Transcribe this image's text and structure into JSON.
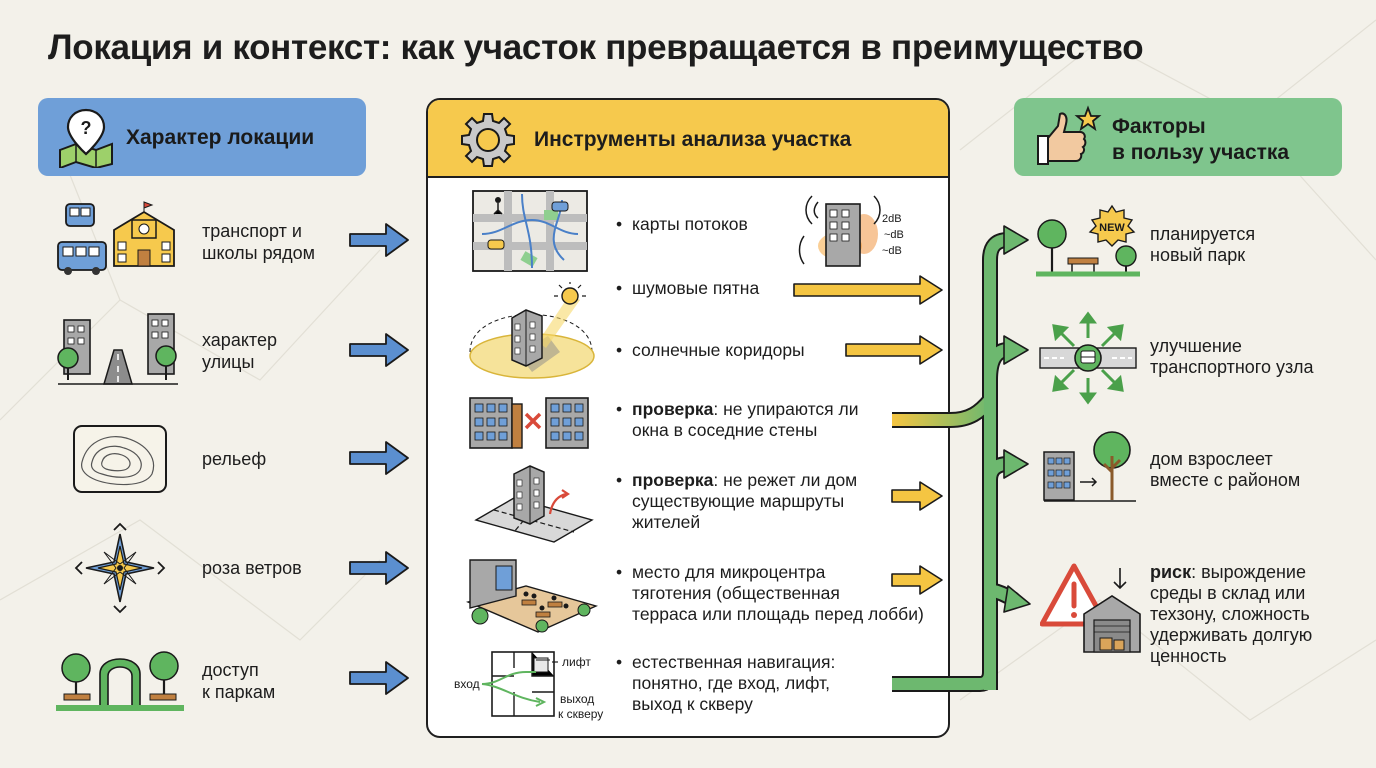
{
  "title": "Локация и контекст: как участок превращается в преимущество",
  "columns": {
    "left": {
      "header": "Характер локации",
      "icon": "map-pin-question-icon"
    },
    "center": {
      "header": "Инструменты анализа участка",
      "icon": "gear-icon"
    },
    "right": {
      "header_line1": "Факторы",
      "header_line2": "в пользу участка",
      "icon": "thumbs-up-star-icon"
    }
  },
  "left_items": [
    {
      "line1": "транспорт и",
      "line2": "школы рядом",
      "icon": "bus-school-icon"
    },
    {
      "line1": "характер",
      "line2": "улицы",
      "icon": "street-icon"
    },
    {
      "line1": "рельеф",
      "line2": "",
      "icon": "topography-icon"
    },
    {
      "line1": "роза ветров",
      "line2": "",
      "icon": "compass-rose-icon"
    },
    {
      "line1": "доступ",
      "line2": "к паркам",
      "icon": "park-icon"
    }
  ],
  "tools": [
    {
      "bullet": "•",
      "lines": [
        "карты потоков"
      ],
      "icon": "flow-map-icon"
    },
    {
      "bullet": "•",
      "lines": [
        "шумовые пятна"
      ],
      "icon": "noise-icon"
    },
    {
      "bullet": "•",
      "lines": [
        "солнечные коридоры"
      ],
      "icon": "sun-corridor-icon"
    },
    {
      "bullet": "•",
      "bold": "проверка",
      "lines": [
        ": не упираются ли",
        "окна в соседние стены"
      ],
      "icon": "window-wall-icon"
    },
    {
      "bullet": "•",
      "bold": "проверка",
      "lines": [
        ": не режет ли дом",
        "существующие маршруты",
        "жителей"
      ],
      "icon": "route-icon"
    },
    {
      "bullet": "•",
      "lines": [
        "место для микроцентра",
        "тяготения (общественная",
        "терраса или площадь перед лобби)"
      ],
      "icon": "terrace-icon"
    },
    {
      "bullet": "•",
      "lines": [
        "естественная навигация:",
        "понятно, где вход, лифт,",
        "выход к скверу"
      ],
      "icon": "floorplan-icon"
    }
  ],
  "noise_labels": [
    "2dB",
    "~dB",
    "~dB"
  ],
  "floorplan_labels": {
    "lift": "лифт",
    "entrance": "вход",
    "exit_line1": "выход",
    "exit_line2": "к скверу"
  },
  "new_badge": "NEW",
  "right_items": [
    {
      "line1": "планируется",
      "line2": "новый парк",
      "icon": "new-park-icon"
    },
    {
      "line1": "улучшение",
      "line2": "транспортного узла",
      "icon": "transport-hub-icon"
    },
    {
      "line1": "дом взрослеет",
      "line2": "вместе с районом",
      "icon": "growing-house-icon"
    },
    {
      "bold": "риск",
      "line1": ": вырождение",
      "line2": "среды в склад или",
      "line3": "техзону, сложность",
      "line4": "удерживать долгую",
      "line5": "ценность",
      "icon": "warning-warehouse-icon"
    }
  ],
  "colors": {
    "left_header": "#6f9fd8",
    "center_header": "#f6c94d",
    "right_header": "#7fc58d",
    "blue_arrow": "#5b8fd0",
    "yellow_arrow": "#f5c542",
    "green_arrow": "#6db86f"
  }
}
